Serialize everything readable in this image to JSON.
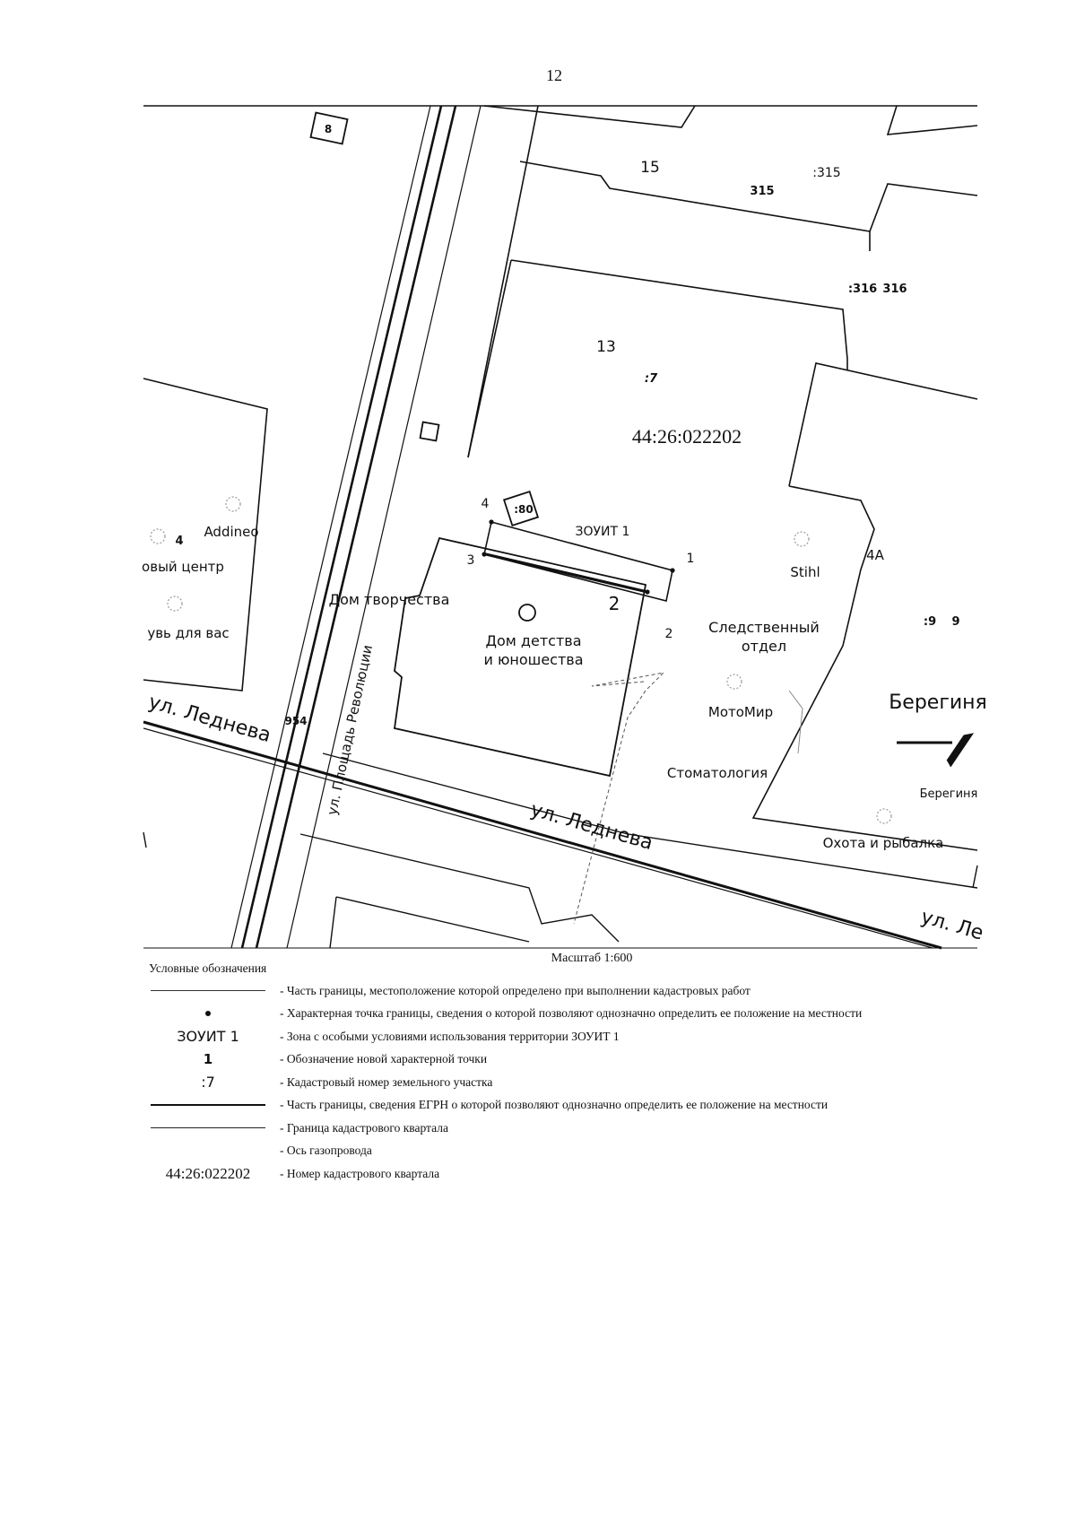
{
  "page_number": "12",
  "map": {
    "scale_label": "Масштаб 1:600",
    "quarter_number": "44:26:022202",
    "zone_label": "ЗОУИТ 1",
    "parcel_numbers": [
      "8",
      "15",
      ":315",
      "315",
      ":316",
      "316",
      "13",
      ":7",
      ":80",
      "4",
      "4А",
      ":9",
      "9",
      "954"
    ],
    "point_labels": [
      "1",
      "2",
      "3",
      "4",
      "2"
    ],
    "place_labels": [
      "Дом творчества",
      "Дом детства",
      "и юношества",
      "Следственный",
      "отдел",
      "Stihl",
      "МотоМир",
      "Стоматология",
      "Берегиня",
      "Берегиня",
      "Охота и рыбалка",
      "Addineo",
      "овый центр",
      "увь для вас"
    ],
    "street_labels": [
      "ул. Леднева",
      "ул. Леднева",
      "ул. Ле",
      "ул. Площадь Революции"
    ]
  },
  "legend": {
    "title": "Условные обозначения",
    "items": [
      {
        "symbol": "",
        "symbol_type": "line-thin",
        "description": "- Часть границы, местоположение которой определено при выполнении кадастровых работ"
      },
      {
        "symbol": "",
        "symbol_type": "dot",
        "description": "- Характерная точка границы, сведения о которой позволяют однозначно определить ее положение на местности"
      },
      {
        "symbol": "ЗОУИТ 1",
        "symbol_type": "zone",
        "description": "- Зона с особыми условиями использования территории ЗОУИТ 1"
      },
      {
        "symbol": "1",
        "symbol_type": "point",
        "description": "- Обозначение новой характерной точки"
      },
      {
        "symbol": ":7",
        "symbol_type": "cadnum",
        "description": "- Кадастровый номер земельного участка"
      },
      {
        "symbol": "",
        "symbol_type": "line-thick",
        "description": "- Часть границы, сведения ЕГРН о которой позволяют однозначно определить ее положение на местности"
      },
      {
        "symbol": "",
        "symbol_type": "line-medium",
        "description": "- Граница кадастрового квартала"
      },
      {
        "symbol": "",
        "symbol_type": "none",
        "description": "- Ось газопровода"
      },
      {
        "symbol": "44:26:022202",
        "symbol_type": "quarter",
        "description": "- Номер кадастрового квартала"
      }
    ]
  }
}
